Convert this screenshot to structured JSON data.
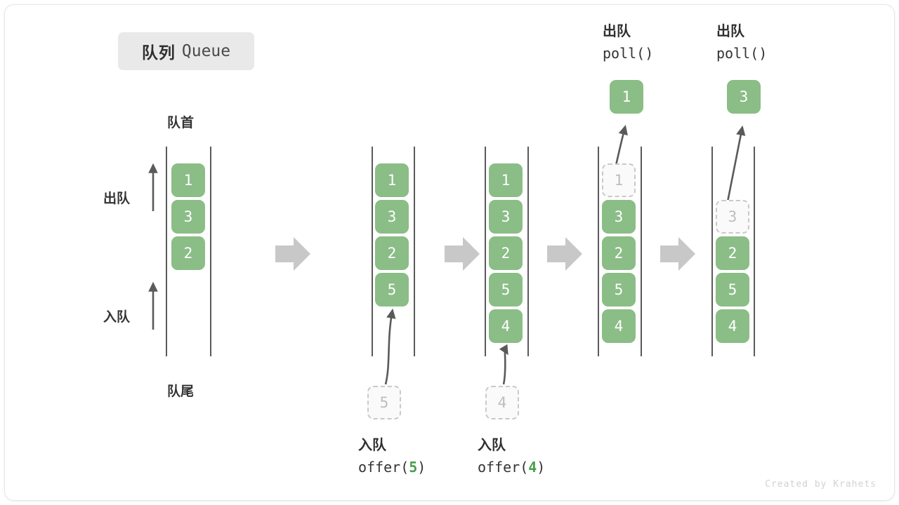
{
  "figure": {
    "title_cn": "队列",
    "title_en": "Queue",
    "head_label": "队首",
    "tail_label": "队尾",
    "dequeue_label": "出队",
    "enqueue_label": "入队",
    "watermark": "Created by Krahets",
    "colors": {
      "element_fill": "#8bbd86",
      "element_text": "#ffffff",
      "ghost_fill": "#fafafa",
      "ghost_border": "#c9c9c9",
      "ghost_text": "#bdbdbd",
      "rail": "#5a5a5a",
      "step_arrow": "#c8c8c8",
      "code_accent": "#4a9e4a",
      "chip_bg": "#e9e9e9"
    }
  },
  "stages": [
    {
      "id": "stage-initial",
      "cells": [
        {
          "value": "1",
          "state": "filled"
        },
        {
          "value": "3",
          "state": "filled"
        },
        {
          "value": "2",
          "state": "filled"
        }
      ]
    },
    {
      "id": "stage-after-offer-5",
      "cells": [
        {
          "value": "1",
          "state": "filled"
        },
        {
          "value": "3",
          "state": "filled"
        },
        {
          "value": "2",
          "state": "filled"
        },
        {
          "value": "5",
          "state": "filled"
        }
      ],
      "incoming": {
        "value": "5",
        "state": "ghost"
      },
      "caption": {
        "cn": "入队",
        "code_prefix": "offer(",
        "code_arg": "5",
        "code_suffix": ")"
      }
    },
    {
      "id": "stage-after-offer-4",
      "cells": [
        {
          "value": "1",
          "state": "filled"
        },
        {
          "value": "3",
          "state": "filled"
        },
        {
          "value": "2",
          "state": "filled"
        },
        {
          "value": "5",
          "state": "filled"
        },
        {
          "value": "4",
          "state": "filled"
        }
      ],
      "incoming": {
        "value": "4",
        "state": "ghost"
      },
      "caption": {
        "cn": "入队",
        "code_prefix": "offer(",
        "code_arg": "4",
        "code_suffix": ")"
      }
    },
    {
      "id": "stage-after-poll-1",
      "cells": [
        {
          "value": "1",
          "state": "ghost"
        },
        {
          "value": "3",
          "state": "filled"
        },
        {
          "value": "2",
          "state": "filled"
        },
        {
          "value": "5",
          "state": "filled"
        },
        {
          "value": "4",
          "state": "filled"
        }
      ],
      "outgoing": {
        "value": "1",
        "state": "filled"
      },
      "caption": {
        "cn": "出队",
        "code_prefix": "poll(",
        "code_arg": "",
        "code_suffix": ")"
      }
    },
    {
      "id": "stage-after-poll-3",
      "cells": [
        {
          "value": "",
          "state": "empty"
        },
        {
          "value": "3",
          "state": "ghost"
        },
        {
          "value": "2",
          "state": "filled"
        },
        {
          "value": "5",
          "state": "filled"
        },
        {
          "value": "4",
          "state": "filled"
        }
      ],
      "outgoing": {
        "value": "3",
        "state": "filled"
      },
      "caption": {
        "cn": "出队",
        "code_prefix": "poll(",
        "code_arg": "",
        "code_suffix": ")"
      }
    }
  ]
}
